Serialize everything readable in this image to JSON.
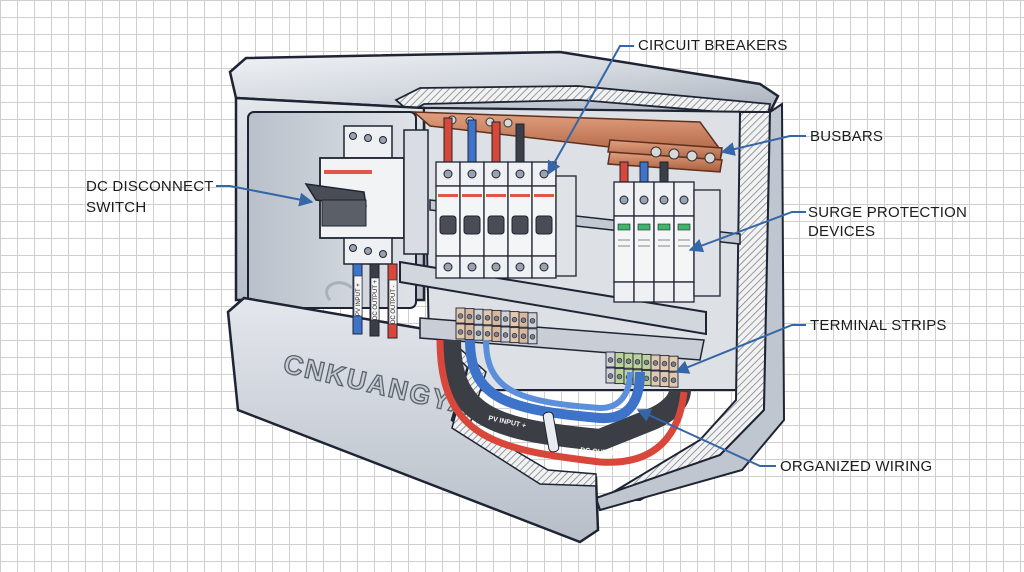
{
  "diagram": {
    "subject": "Cutaway of a solar PV combiner box",
    "brand_text": "CNKUANGYA",
    "callouts": [
      {
        "id": "circuit-breakers",
        "label": "CIRCUIT BREAKERS"
      },
      {
        "id": "busbars",
        "label": "BUSBARS"
      },
      {
        "id": "dc-disconnect",
        "line1": "DC DISCONNECT",
        "line2": "SWITCH"
      },
      {
        "id": "surge-protection",
        "line1": "SURGE PROTECTION",
        "line2": "DEVICES"
      },
      {
        "id": "terminal-strips",
        "label": "TERMINAL STRIPS"
      },
      {
        "id": "organized-wiring",
        "label": "ORGANIZED WIRING"
      }
    ],
    "wire_tags": {
      "pv_input": "PV INPUT +",
      "dc_output_plus": "DC OUTPUT +",
      "dc_output_minus": "DC OUTPUT -",
      "cable_pv_input": "PV INPUT +",
      "cable_dc_output": "DC OUTPUT -"
    }
  },
  "colors": {
    "grid": "#cfcfd2",
    "outline": "#1e2433",
    "steel_light": "#e6e9ee",
    "steel_mid": "#c6ccd5",
    "steel_dark": "#9aa2ae",
    "interior": "#d9dde3",
    "copper": "#c9805e",
    "copper_dark": "#9a5536",
    "wire_red": "#d8473a",
    "wire_blue": "#3d74c9",
    "wire_black": "#3b3e44",
    "callout_line": "#3566a8",
    "breaker_stripe": "#e0574a",
    "spd_window": "#3fb56a",
    "terminal_green": "#bcd39a",
    "terminal_tan": "#e3c8b0"
  }
}
